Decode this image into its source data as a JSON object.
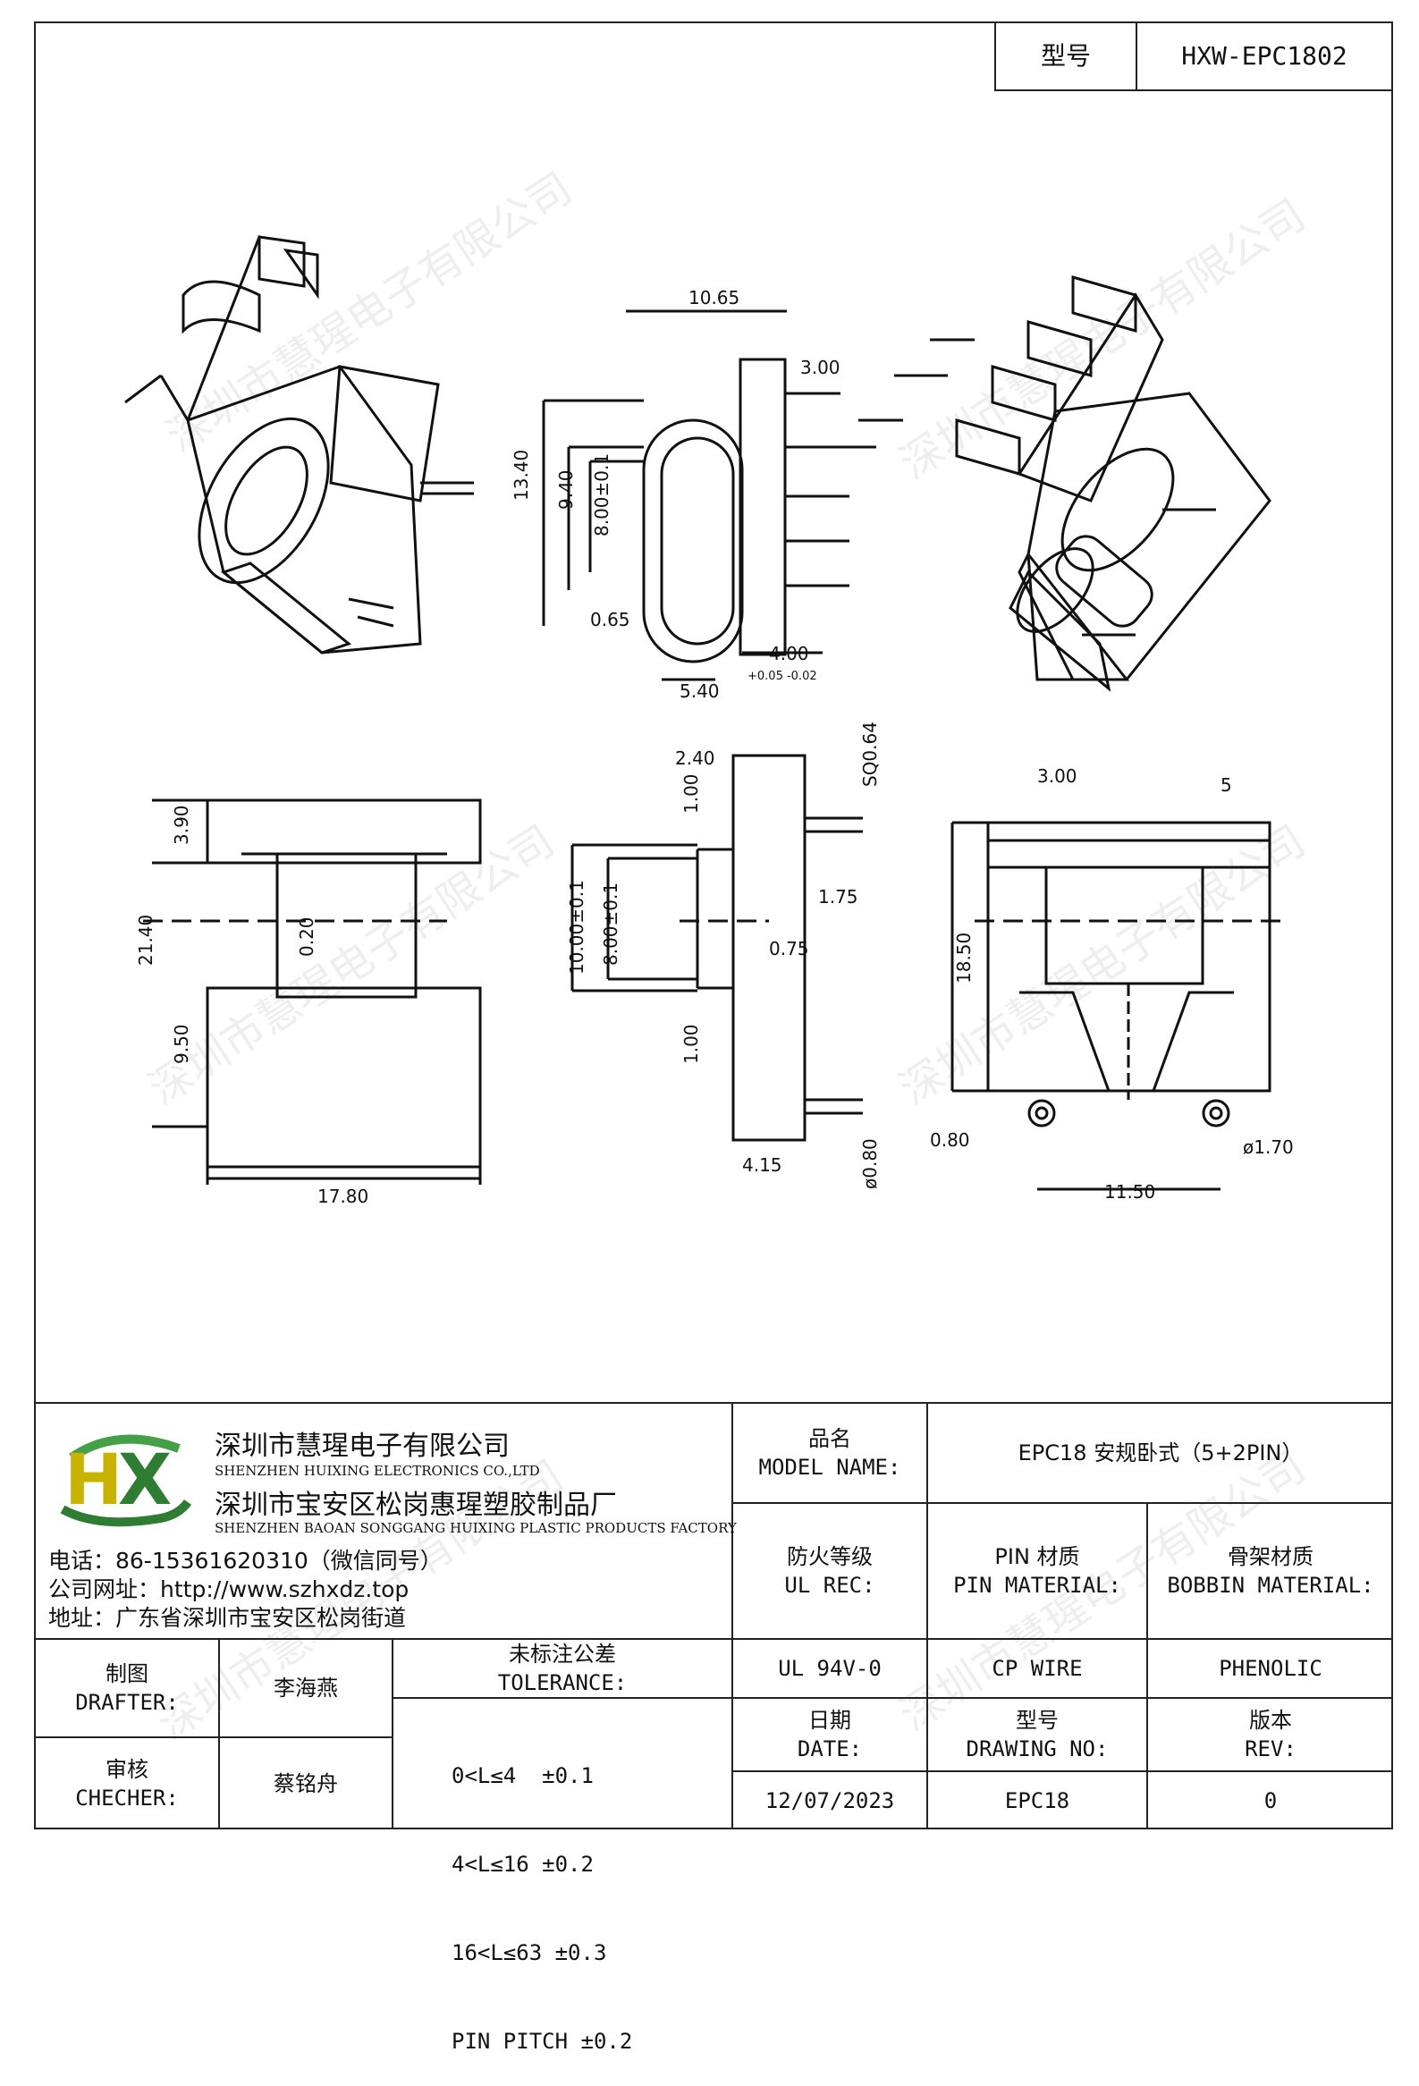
{
  "header": {
    "model_label": "型号",
    "model_value": "HXW-EPC1802"
  },
  "company": {
    "name_cn": "深圳市慧瑆电子有限公司",
    "name_en": "SHENZHEN HUIXING ELECTRONICS CO.,LTD",
    "factory_cn": "深圳市宝安区松岗惠瑆塑胶制品厂",
    "factory_en": "SHENZHEN BAOAN SONGGANG HUIXING PLASTIC PRODUCTS FACTORY",
    "phone": "电话：86-15361620310（微信同号）",
    "website": "公司网址：http://www.szhxdz.top",
    "address": "地址：广东省深圳市宝安区松岗街道",
    "logo_text": "HX"
  },
  "watermark": "深圳市慧瑆电子有限公司",
  "title_block": {
    "model_name_cn": "品名",
    "model_name_en": "MODEL NAME:",
    "model_name_value": "EPC18 安规卧式（5+2PIN）",
    "fire_rating_cn": "防火等级",
    "fire_rating_en": "UL REC:",
    "pin_material_cn": "PIN 材质",
    "pin_material_en": "PIN MATERIAL:",
    "bobbin_material_cn": "骨架材质",
    "bobbin_material_en": "BOBBIN MATERIAL:",
    "fire_rating_value": "UL 94V-0",
    "pin_material_value": "CP WIRE",
    "bobbin_material_value": "PHENOLIC",
    "drafter_cn": "制图",
    "drafter_en": "DRAFTER:",
    "drafter_name": "李海燕",
    "checker_cn": "审核",
    "checker_en": "CHECHER:",
    "checker_name": "蔡铭舟",
    "tolerance_cn": "未标注公差",
    "tolerance_en": "TOLERANCE:",
    "tolerances": [
      "0<L≤4  ±0.1",
      "4<L≤16 ±0.2",
      "16<L≤63 ±0.3",
      "PIN PITCH ±0.2"
    ],
    "date_cn": "日期",
    "date_en": "DATE:",
    "date_value": "12/07/2023",
    "drawing_no_cn": "型号",
    "drawing_no_en": "DRAWING NO:",
    "drawing_no_value": "EPC18",
    "rev_cn": "版本",
    "rev_en": "REV:",
    "rev_value": "0"
  },
  "dimensions": {
    "d10_65": "10.65",
    "d3_00a": "3.00",
    "d13_40": "13.40",
    "d9_40": "9.40",
    "d8_00a": "8.00±0.1",
    "d0_65": "0.65",
    "d4_00": "4.00",
    "d4_00_tol": "+0.05 -0.02",
    "d5_40": "5.40",
    "d2_40": "2.40",
    "d1_00a": "1.00",
    "sq0_64": "SQ0.64",
    "d1_75": "1.75",
    "d10_00": "10.00±0.1",
    "d8_00b": "8.00±0.1",
    "d0_75": "0.75",
    "d1_00b": "1.00",
    "d4_15": "4.15",
    "d0_80a": "ø0.80",
    "d3_90": "3.90",
    "d21_40": "21.40",
    "d0_20": "0.20",
    "d9_50": "9.50",
    "d17_80": "17.80",
    "d3_00b": "3.00",
    "d18_50": "18.50",
    "d0_80b": "0.80",
    "d11_50": "11.50",
    "d1_70": "ø1.70",
    "pin5": "5"
  }
}
